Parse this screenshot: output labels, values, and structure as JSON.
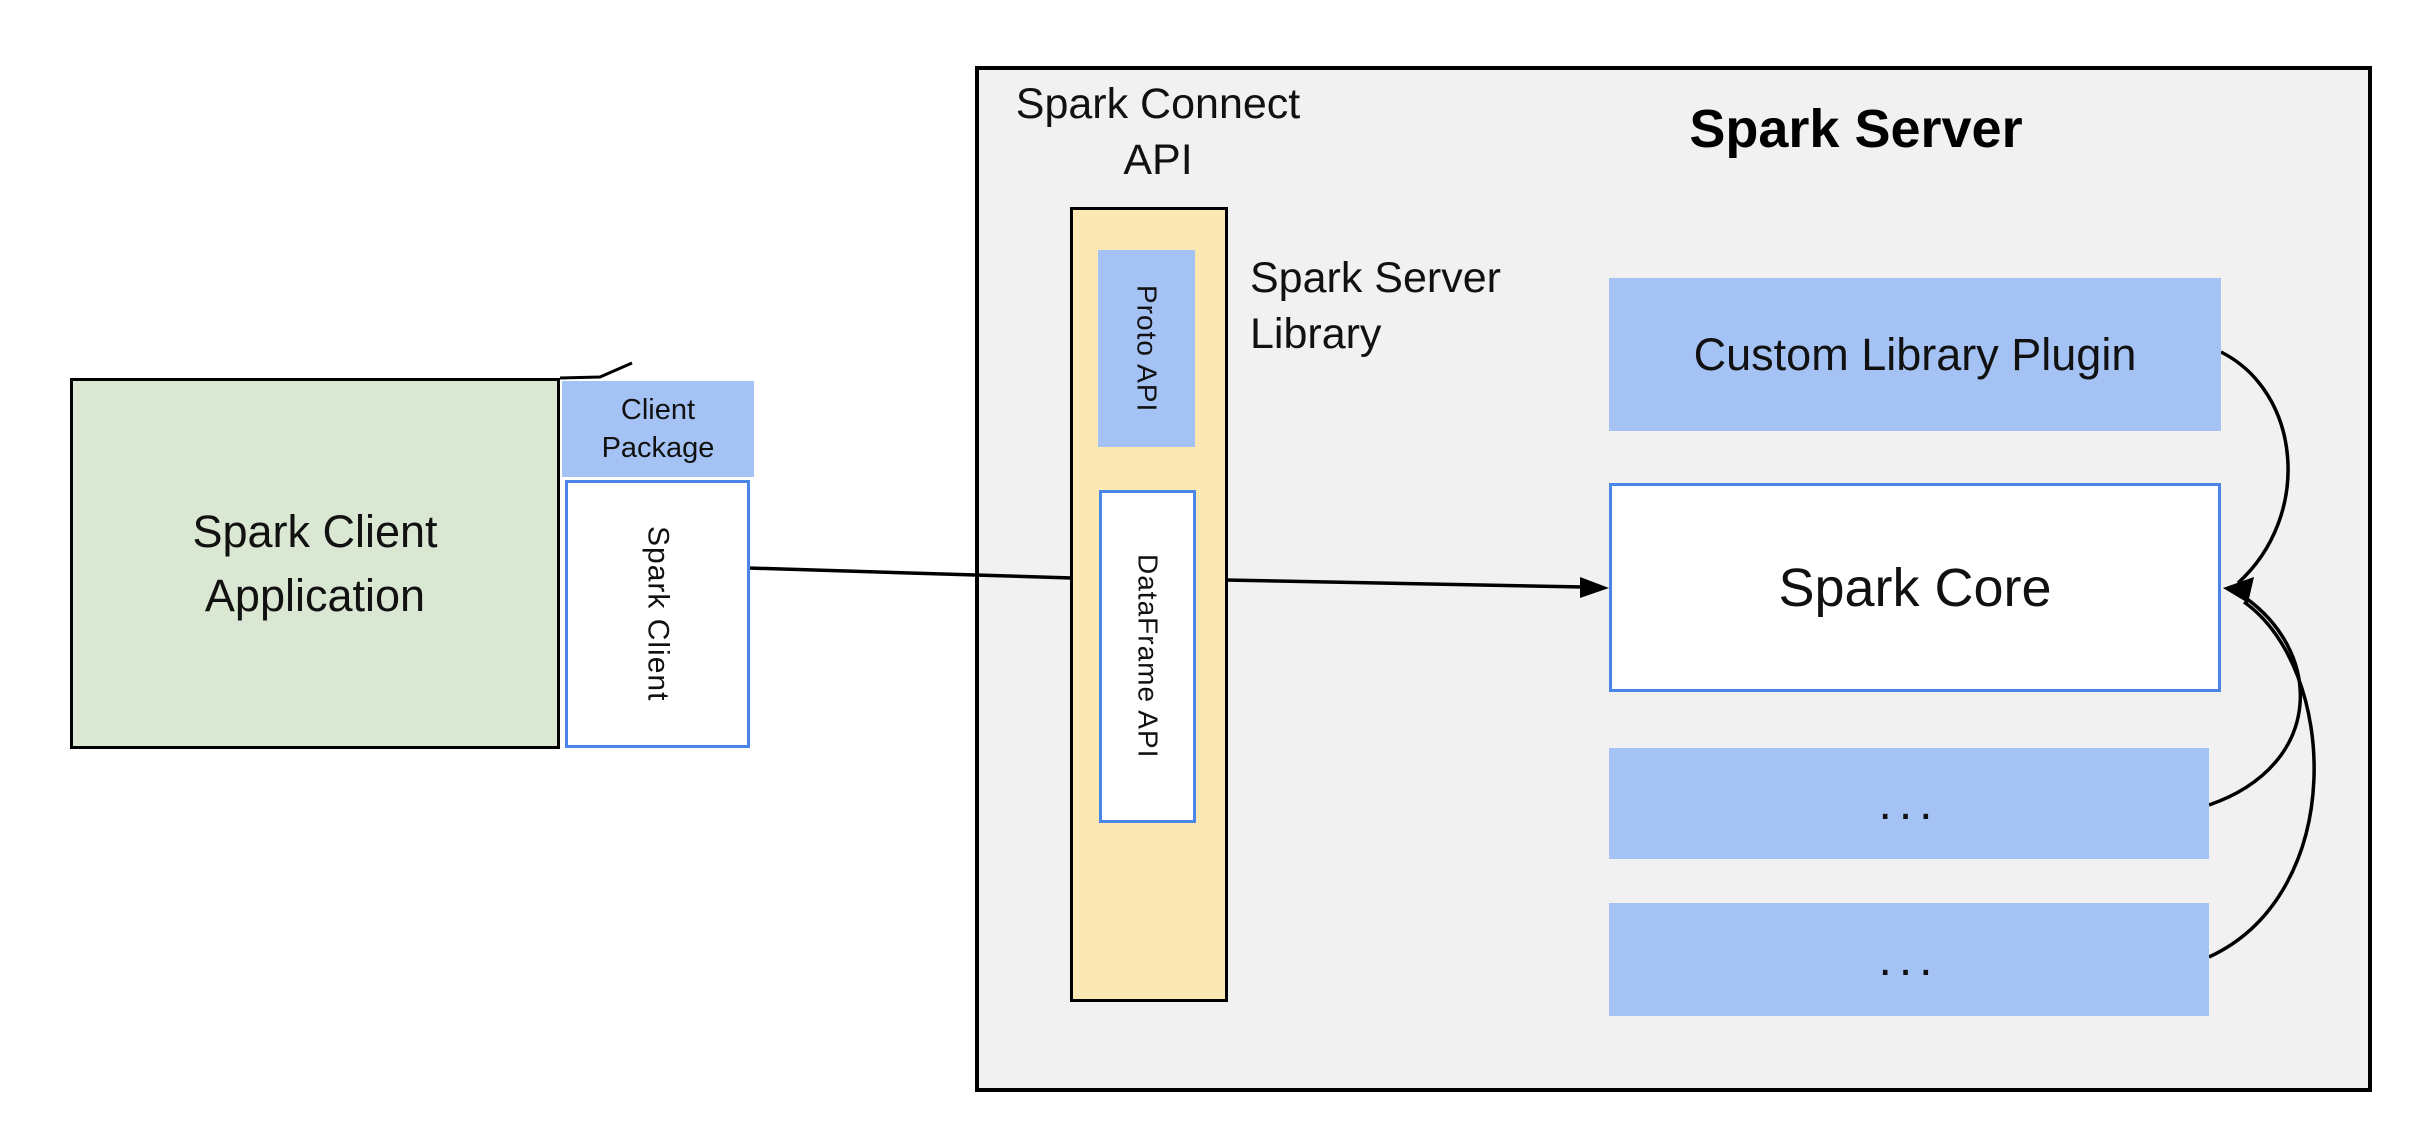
{
  "diagram": {
    "client": {
      "app_label": [
        "Spark Client",
        "Application"
      ],
      "package_label": [
        "Client",
        "Package"
      ],
      "client_box_label": "Spark Client"
    },
    "connect": {
      "api_label": [
        "Spark Connect",
        "API"
      ],
      "proto_label": "Proto API",
      "dataframe_label": "DataFrame API",
      "library_label": [
        "Spark Server",
        "Library"
      ]
    },
    "server": {
      "title": "Spark Server",
      "plugin_label": "Custom Library Plugin",
      "core_label": "Spark Core",
      "ellipsis_1": "...",
      "ellipsis_2": "..."
    },
    "colors": {
      "green_fill": "#d9e7d3",
      "blue_fill": "#a4c2f4",
      "blue_border": "#4a86e8",
      "yellow_fill": "#fce8b2",
      "gray_fill": "#f1f1f2",
      "line": "#000000"
    }
  }
}
